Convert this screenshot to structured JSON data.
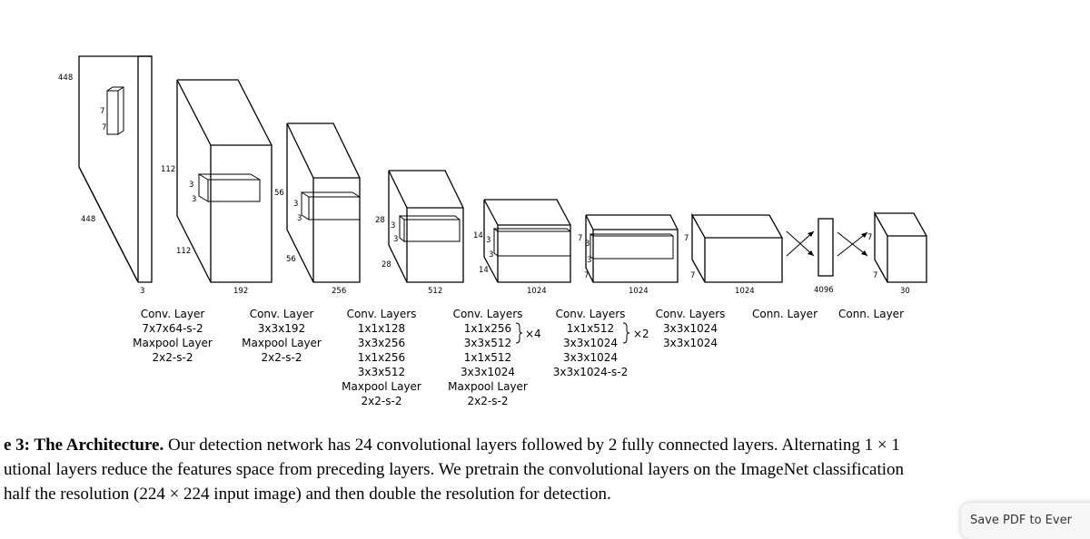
{
  "diagram": {
    "input_dims": {
      "height": "448",
      "width": "448",
      "depth": "3",
      "kernel_h": "7",
      "kernel_w": "7"
    },
    "block1_dims": {
      "height": "112",
      "width": "112",
      "depth": "192",
      "k_h": "3",
      "k_w": "3"
    },
    "block2_dims": {
      "height": "56",
      "width": "56",
      "depth": "256",
      "k_h": "3",
      "k_w": "3"
    },
    "block3_dims": {
      "height": "28",
      "width": "28",
      "depth": "512",
      "k_h": "3",
      "k_w": "3"
    },
    "block4_dims": {
      "height": "14",
      "width": "14",
      "depth": "1024",
      "k_h": "3",
      "k_w": "3"
    },
    "block5_dims": {
      "height": "7",
      "width": "7",
      "depth": "1024",
      "k_h": "3",
      "k_w": "3"
    },
    "block6_dims": {
      "height": "7",
      "width": "7",
      "depth": "1024"
    },
    "fc1_dim": "4096",
    "out_dims": {
      "height": "7",
      "width": "7",
      "depth": "30"
    },
    "captions": [
      [
        "Conv. Layer",
        "7x7x64-s-2",
        "Maxpool Layer",
        "2x2-s-2"
      ],
      [
        "Conv. Layer",
        "3x3x192",
        "Maxpool Layer",
        "2x2-s-2"
      ],
      [
        "Conv. Layers",
        "1x1x128",
        "3x3x256",
        "1x1x256",
        "3x3x512",
        "Maxpool Layer",
        "2x2-s-2"
      ],
      [
        "Conv. Layers",
        "1x1x256",
        "3x3x512",
        "1x1x512",
        "3x3x1024",
        "Maxpool Layer",
        "2x2-s-2"
      ],
      [
        "Conv. Layers",
        "1x1x512",
        "3x3x1024",
        "3x3x1024",
        "3x3x1024-s-2"
      ],
      [
        "Conv. Layers",
        "3x3x1024",
        "3x3x1024"
      ],
      [
        "Conn. Layer"
      ],
      [
        "Conn. Layer"
      ]
    ],
    "repeat_x4": "×4",
    "repeat_x2": "×2"
  },
  "caption": {
    "bold": "e 3: The Architecture.",
    "line1_rest": " Our detection network has 24 convolutional layers followed by 2 fully connected layers. Alternating 1 × 1",
    "line2": "utional layers reduce the features space from preceding layers. We pretrain the convolutional layers on the ImageNet classification",
    "line3": " half the resolution (224 × 224 input image) and then double the resolution for detection."
  },
  "save_button_label": "Save PDF to Ever"
}
